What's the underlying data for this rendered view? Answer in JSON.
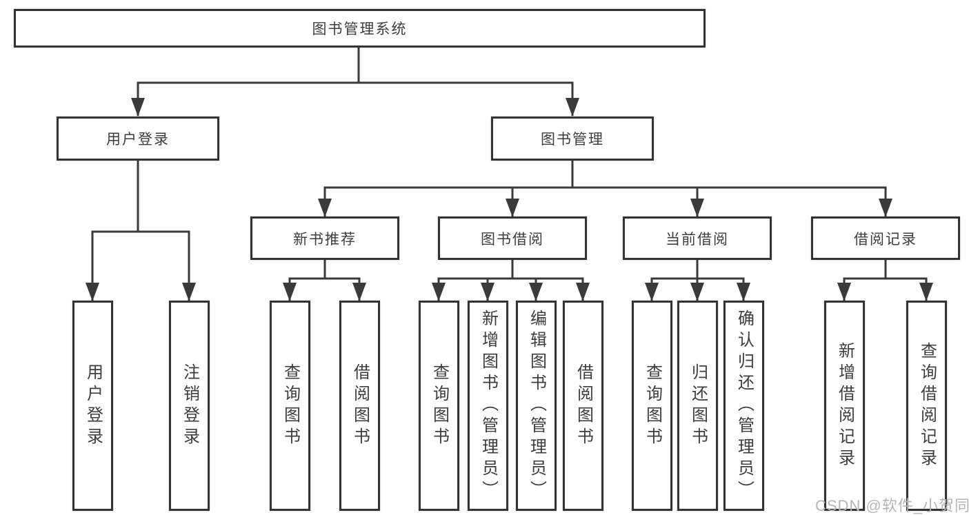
{
  "diagram": {
    "type": "functional-structure-tree",
    "root": {
      "label": "图书管理系统"
    },
    "branches": [
      {
        "label": "用户登录",
        "children": [
          {
            "label": "用户登录"
          },
          {
            "label": "注销登录"
          }
        ]
      },
      {
        "label": "图书管理",
        "children": [
          {
            "label": "新书推荐",
            "children": [
              {
                "label": "查询图书"
              },
              {
                "label": "借阅图书"
              }
            ]
          },
          {
            "label": "图书借阅",
            "children": [
              {
                "label": "查询图书"
              },
              {
                "label": "新增图书（管理员）"
              },
              {
                "label": "编辑图书（管理员）"
              },
              {
                "label": "借阅图书"
              }
            ]
          },
          {
            "label": "当前借阅",
            "children": [
              {
                "label": "查询图书"
              },
              {
                "label": "归还图书"
              },
              {
                "label": "确认归还（管理员）"
              }
            ]
          },
          {
            "label": "借阅记录",
            "children": [
              {
                "label": "新增借阅记录"
              },
              {
                "label": "查询借阅记录"
              }
            ]
          }
        ]
      }
    ],
    "colors": {
      "background": "#ffffff",
      "box_border": "#333333",
      "line": "#3a3a3a",
      "text": "#3d3d3d",
      "watermark": "#b5b5b5"
    }
  },
  "watermark": {
    "text": "CSDN @软件_小贺同学"
  }
}
